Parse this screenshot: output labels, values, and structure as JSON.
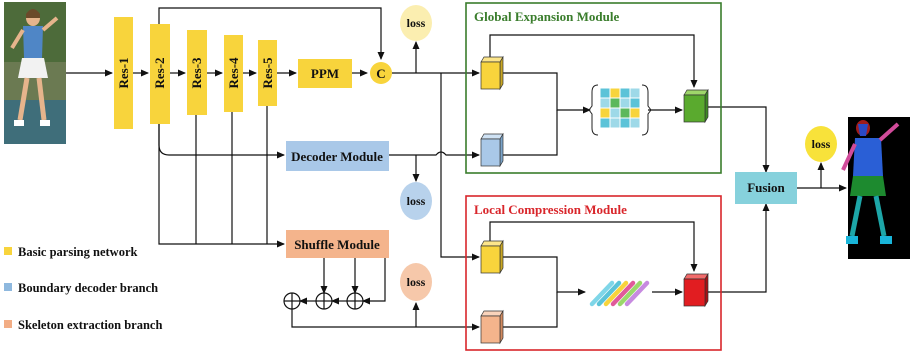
{
  "blocks": {
    "res1": "Res-1",
    "res2": "Res-2",
    "res3": "Res-3",
    "res4": "Res-4",
    "res5": "Res-5",
    "ppm": "PPM",
    "concat": "C"
  },
  "modules": {
    "decoder": "Decoder Module",
    "shuffle": "Shuffle Module",
    "fusion": "Fusion"
  },
  "losses": [
    "loss",
    "loss",
    "loss",
    "loss"
  ],
  "panels": {
    "global": {
      "title": "Global Expansion Module",
      "color": "#3a7d2c"
    },
    "local": {
      "title": "Local Compression Module",
      "color": "#d9262b"
    }
  },
  "legend": [
    {
      "label": "Basic parsing network",
      "color": "#f8d43c"
    },
    {
      "label": "Boundary decoder branch",
      "color": "#8eb8de"
    },
    {
      "label": "Skeleton extraction branch",
      "color": "#f2ad85"
    }
  ],
  "colors": {
    "yellow": "#f8d43c",
    "blue": "#a9c8e8",
    "orange": "#f4b48c",
    "fusion": "#86d1dc",
    "loss_yellow": "#fbeeb0",
    "loss_blue": "#b8d2ec",
    "loss_orange": "#f6c8aa"
  }
}
